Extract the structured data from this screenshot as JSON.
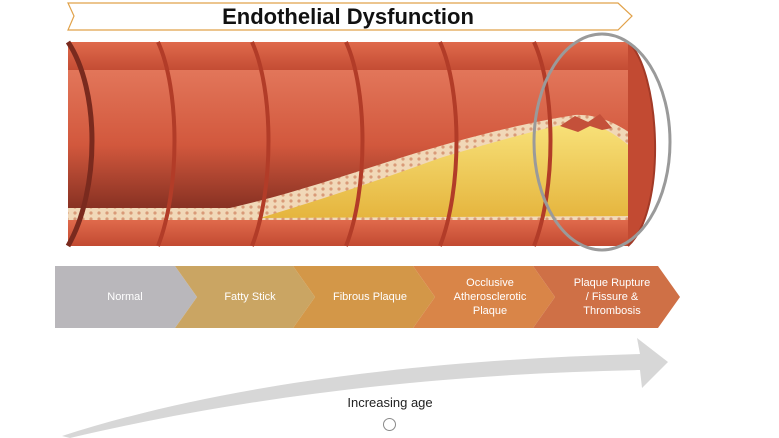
{
  "title": "Endothelial Dysfunction",
  "stages": [
    {
      "label": "Normal",
      "color": "#b9b7bb"
    },
    {
      "label": "Fatty Stick",
      "color": "#caa563"
    },
    {
      "label": "Fibrous Plaque",
      "color": "#d39748"
    },
    {
      "label": "Occlusive\nAtherosclerotic\nPlaque",
      "color": "#d98548"
    },
    {
      "label": "Plaque Rupture\n/ Fissure &\nThrombosis",
      "color": "#cf7046"
    }
  ],
  "age_axis": {
    "label": "Increasing age"
  },
  "colors": {
    "artery_wall": "#d0533a",
    "lumen": "#c5472f",
    "plaque": "#f2cd58",
    "highlight_ring": "#9a9a9a"
  }
}
